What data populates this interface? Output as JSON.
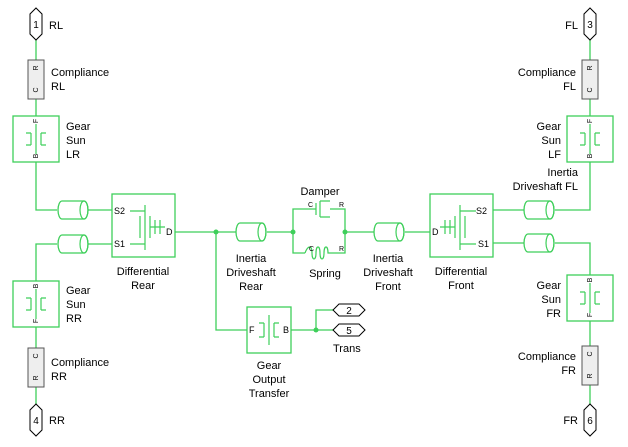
{
  "ports": {
    "rl": {
      "num": "1",
      "name": "RL"
    },
    "fl": {
      "num": "3",
      "name": "FL"
    },
    "rr": {
      "num": "4",
      "name": "RR"
    },
    "fr": {
      "num": "6",
      "name": "FR"
    },
    "trans2": {
      "num": "2"
    },
    "trans5": {
      "num": "5",
      "name": "Trans"
    }
  },
  "compliance": {
    "rl": {
      "l1": "Compliance",
      "l2": "RL"
    },
    "fl": {
      "l1": "Compliance",
      "l2": "FL"
    },
    "rr": {
      "l1": "Compliance",
      "l2": "RR"
    },
    "fr": {
      "l1": "Compliance",
      "l2": "FR"
    },
    "port_r": "R",
    "port_c": "C"
  },
  "gear_sun": {
    "lr": {
      "l1": "Gear",
      "l2": "Sun",
      "l3": "LR"
    },
    "lf": {
      "l1": "Gear",
      "l2": "Sun",
      "l3": "LF"
    },
    "rr": {
      "l1": "Gear",
      "l2": "Sun",
      "l3": "RR"
    },
    "fr": {
      "l1": "Gear",
      "l2": "Sun",
      "l3": "FR"
    },
    "port_f": "F",
    "port_b": "B"
  },
  "differential": {
    "rear": {
      "l1": "Differential",
      "l2": "Rear"
    },
    "front": {
      "l1": "Differential",
      "l2": "Front"
    },
    "port_s1": "S1",
    "port_s2": "S2",
    "port_d": "D"
  },
  "inertia": {
    "rear": {
      "l1": "Inertia",
      "l2": "Driveshaft",
      "l3": "Rear"
    },
    "front": {
      "l1": "Inertia",
      "l2": "Driveshaft",
      "l3": "Front"
    },
    "fl": {
      "l1": "Inertia",
      "l2": "Driveshaft FL"
    }
  },
  "damper": {
    "label": "Damper",
    "port_c": "C",
    "port_r": "R"
  },
  "spring": {
    "label": "Spring",
    "port_c": "C",
    "port_r": "R"
  },
  "gear_output": {
    "l1": "Gear",
    "l2": "Output",
    "l3": "Transfer",
    "port_f": "F",
    "port_b": "B"
  },
  "colors": {
    "wire": "#3ecf5a",
    "compliance_fill": "#eeeeee",
    "text": "#000000"
  }
}
